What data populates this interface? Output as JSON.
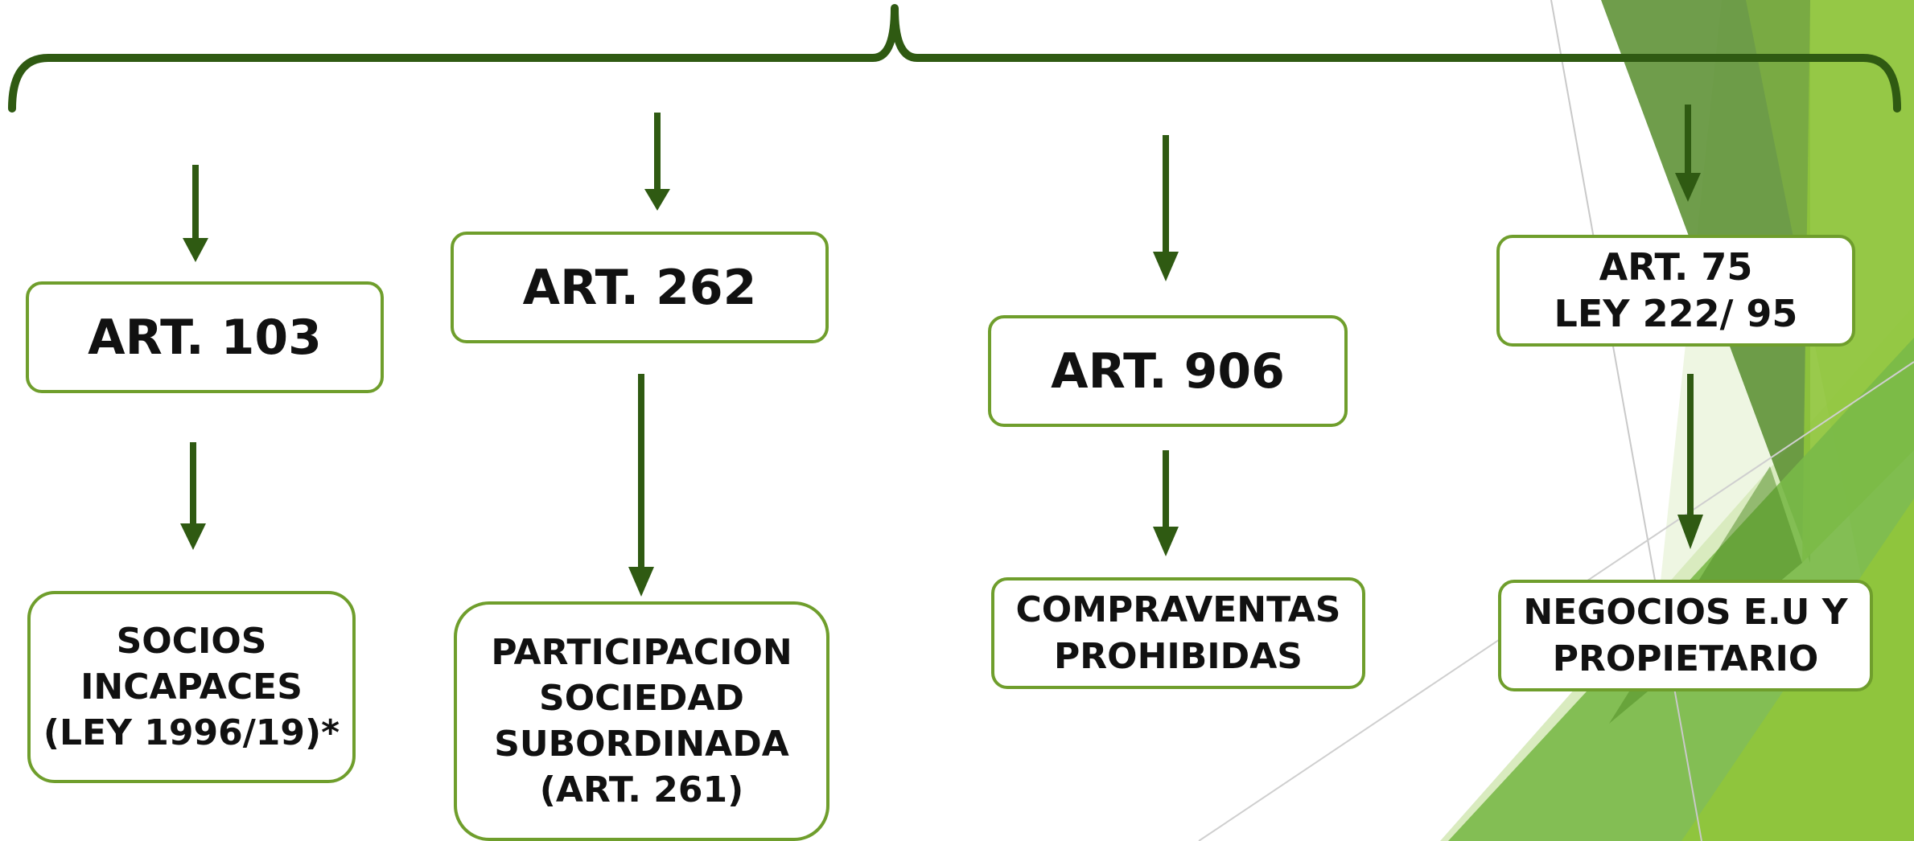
{
  "colors": {
    "arrow": "#2f5a12",
    "box_border": "#6f9e2c",
    "accent_light": "#d9ebbf",
    "accent_mid": "#79b948",
    "accent_bright": "#8fc53c",
    "accent_dark": "#5b8f32"
  },
  "boxes": {
    "art103": "ART. 103",
    "art262": "ART. 262",
    "art906": "ART. 906",
    "art75": "ART. 75\nLEY 222/ 95",
    "socios": "SOCIOS\nINCAPACES\n(LEY 1996/19)*",
    "participacion": "PARTICIPACION\nSOCIEDAD\nSUBORDINADA\n(ART. 261)",
    "compraventas": "COMPRAVENTAS\nPROHIBIDAS",
    "negocios": "NEGOCIOS E.U Y\nPROPIETARIO"
  }
}
